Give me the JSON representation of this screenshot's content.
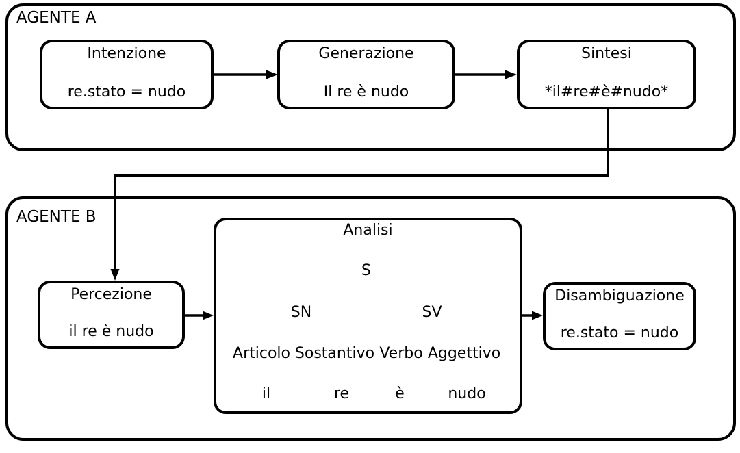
{
  "diagram": {
    "agent_a": {
      "label": "AGENTE A",
      "boxes": {
        "intenzione": {
          "title": "Intenzione",
          "content": "re.stato = nudo"
        },
        "generazione": {
          "title": "Generazione",
          "content": "Il re è nudo"
        },
        "sintesi": {
          "title": "Sintesi",
          "content": "*il#re#è#nudo*"
        }
      }
    },
    "agent_b": {
      "label": "AGENTE B",
      "boxes": {
        "percezione": {
          "title": "Percezione",
          "content": "il re è nudo"
        },
        "analisi": {
          "title": "Analisi"
        },
        "disambiguazione": {
          "title": "Disambiguazione",
          "content": "re.stato = nudo"
        }
      },
      "parse_tree": {
        "root": "S",
        "sn": "SN",
        "sv": "SV",
        "articolo": "Articolo",
        "sostantivo": "Sostantivo",
        "verbo": "Verbo",
        "aggettivo": "Aggettivo",
        "leaf_il": "il",
        "leaf_re": "re",
        "leaf_e": "è",
        "leaf_nudo": "nudo"
      }
    },
    "colors": {
      "line": "#000000",
      "background": "#ffffff"
    }
  }
}
